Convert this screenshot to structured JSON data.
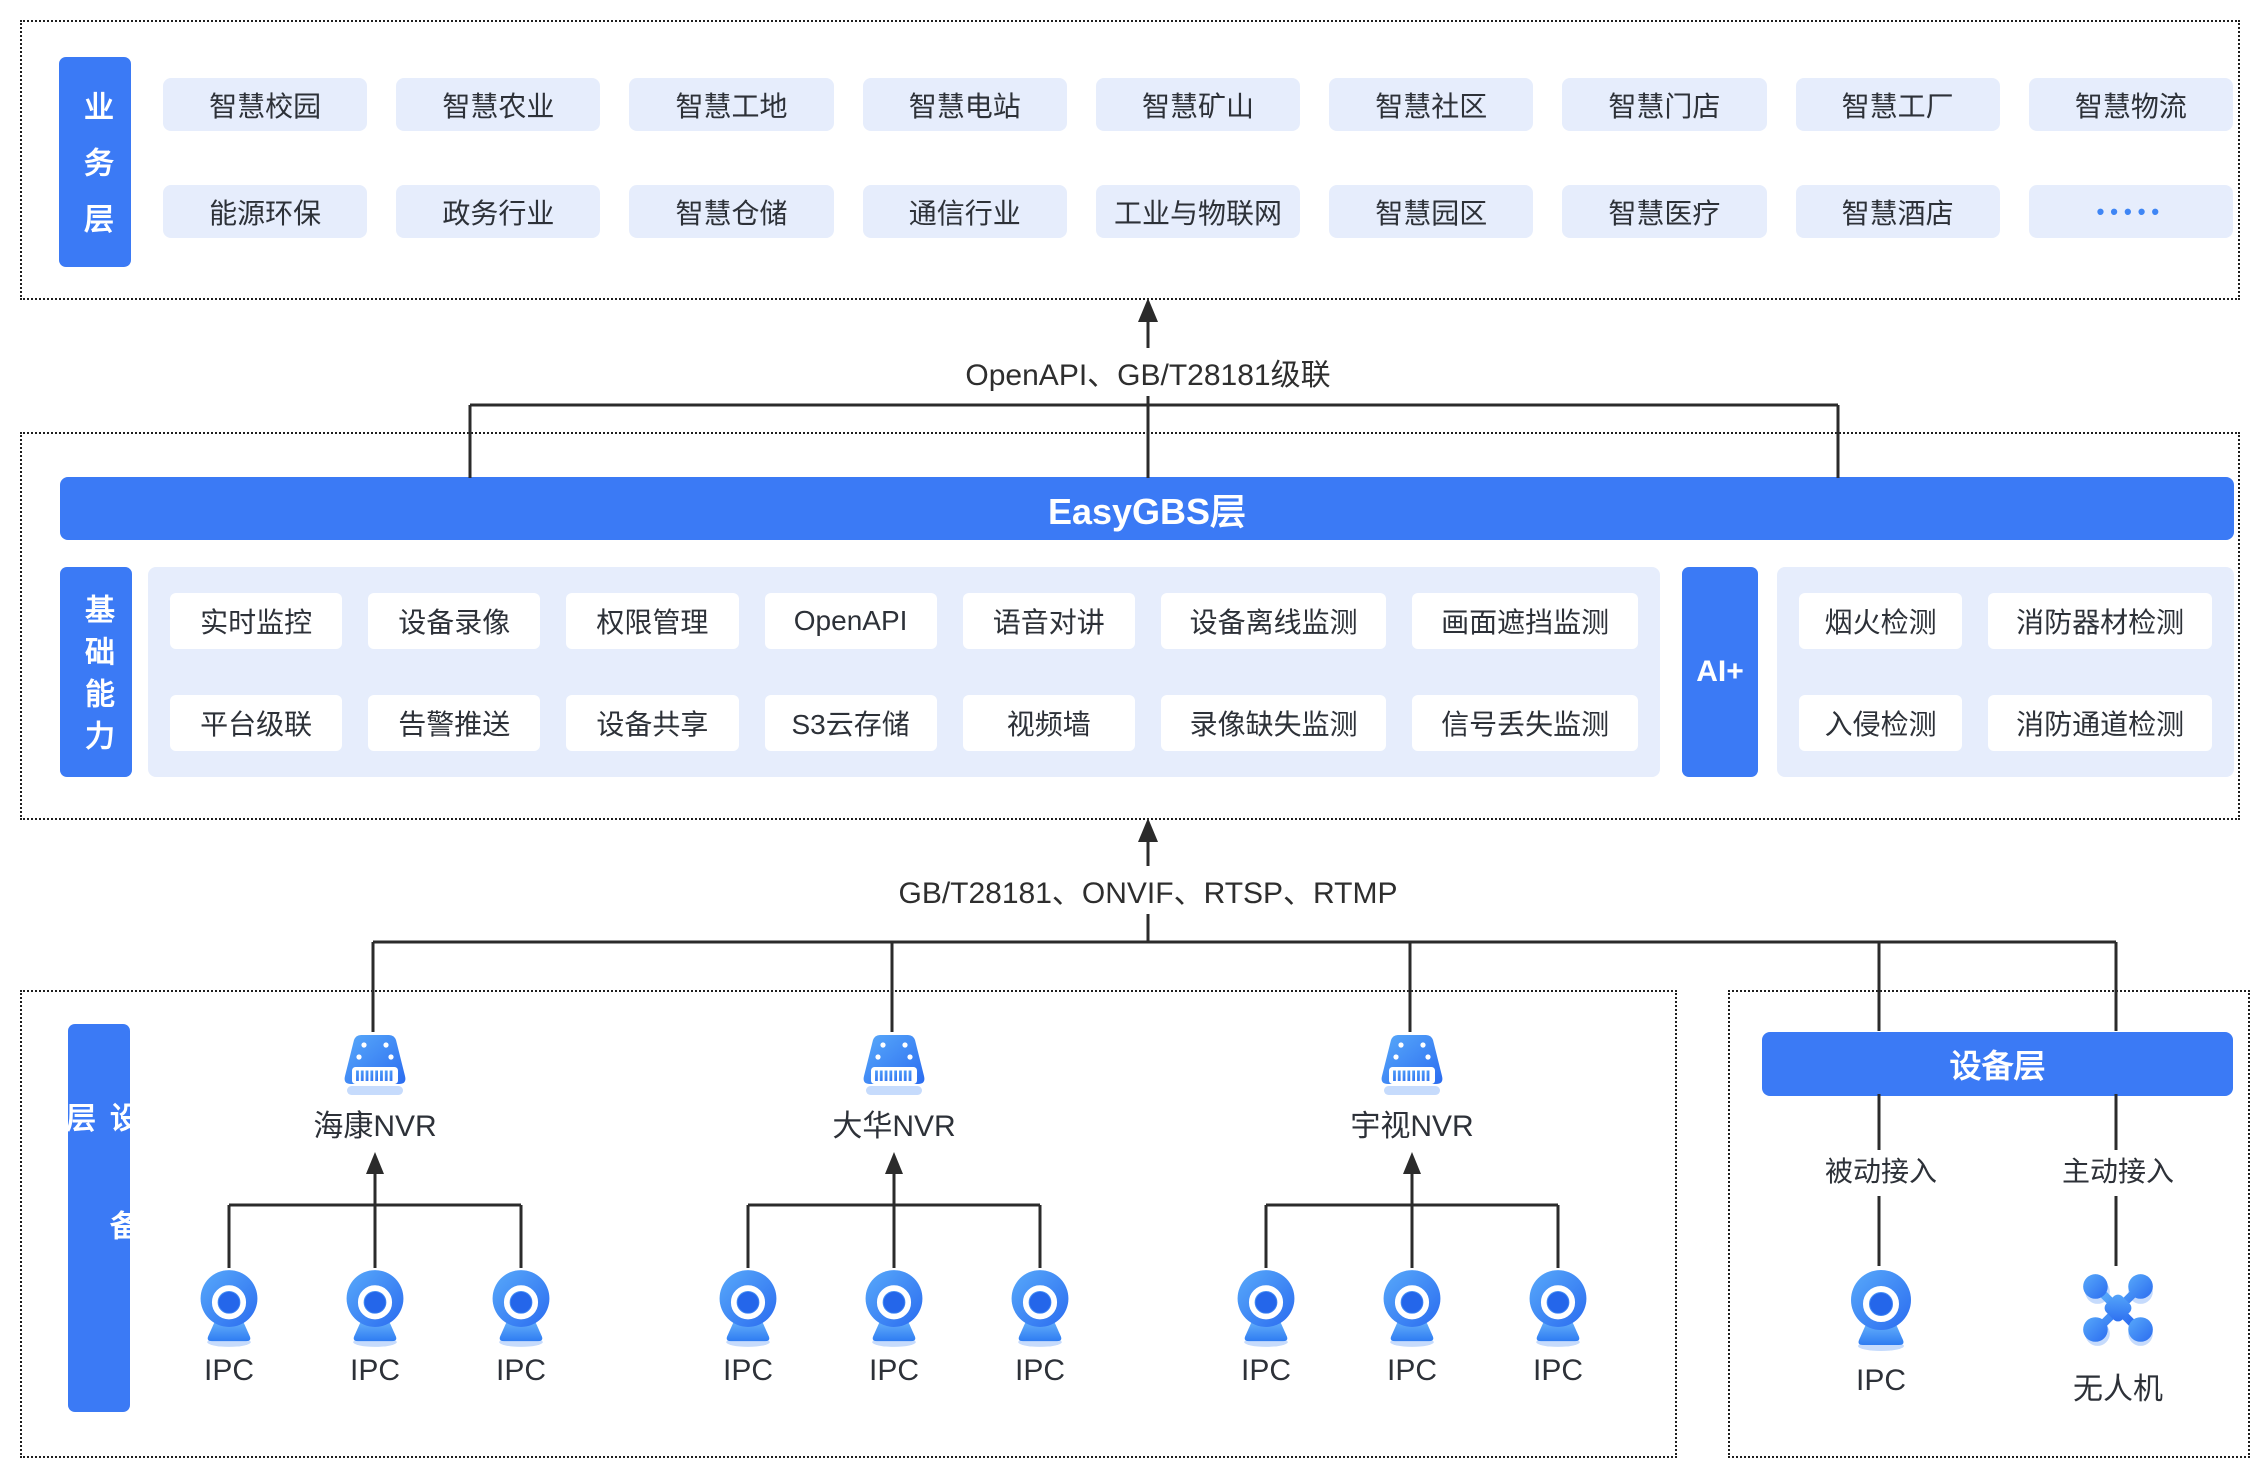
{
  "business_layer": {
    "label": "业务层",
    "row1": [
      "智慧校园",
      "智慧农业",
      "智慧工地",
      "智慧电站",
      "智慧矿山",
      "智慧社区",
      "智慧门店",
      "智慧工厂",
      "智慧物流"
    ],
    "row2": [
      "能源环保",
      "政务行业",
      "智慧仓储",
      "通信行业",
      "工业与物联网",
      "智慧园区",
      "智慧医疗",
      "智慧酒店",
      "•••••"
    ]
  },
  "connector_top": {
    "label": "OpenAPI、GB/T28181级联"
  },
  "platform_layer": {
    "banner": "EasyGBS层",
    "label": "基础能力",
    "capabilities_row1": [
      "实时监控",
      "设备录像",
      "权限管理",
      "OpenAPI",
      "语音对讲",
      "设备离线监测",
      "画面遮挡监测"
    ],
    "capabilities_row2": [
      "平台级联",
      "告警推送",
      "设备共享",
      "S3云存储",
      "视频墙",
      "录像缺失监测",
      "信号丢失监测"
    ],
    "ai_label": "AI+",
    "ai_row1": [
      "烟火检测",
      "消防器材检测"
    ],
    "ai_row2": [
      "入侵检测",
      "消防通道检测"
    ]
  },
  "connector_bottom": {
    "label": "GB/T28181、ONVIF、RTSP、RTMP"
  },
  "device_layer": {
    "label": "设备层",
    "camera_label": "IPC",
    "nvr_groups": [
      {
        "name": "海康NVR",
        "cameras": [
          "IPC",
          "IPC",
          "IPC"
        ]
      },
      {
        "name": "大华NVR",
        "cameras": [
          "IPC",
          "IPC",
          "IPC"
        ]
      },
      {
        "name": "宇视NVR",
        "cameras": [
          "IPC",
          "IPC",
          "IPC"
        ]
      }
    ]
  },
  "access_panel": {
    "banner": "设备层",
    "columns": [
      {
        "mode": "被动接入",
        "device": "IPC",
        "icon": "ipc-camera-icon"
      },
      {
        "mode": "主动接入",
        "device": "无人机",
        "icon": "drone-icon"
      }
    ]
  },
  "colors": {
    "primary_blue": "#3b7af5",
    "chip_bg": "#e6edfc",
    "panel_bg": "#e6edfc",
    "text_dark": "#2d3138",
    "line": "#2b2b2b",
    "dots_blue": "#3f86f5"
  }
}
